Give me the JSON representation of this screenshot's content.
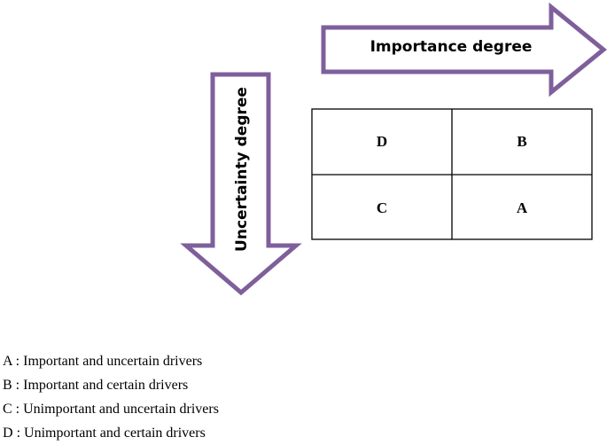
{
  "arrows": {
    "horizontal_label": "Importance degree",
    "vertical_label": "Uncertainty degree",
    "outline_color": "#7e5f9c"
  },
  "matrix": {
    "cells": [
      [
        "D",
        "B"
      ],
      [
        "C",
        "A"
      ]
    ]
  },
  "legend": [
    {
      "key": "A",
      "text": "Important and uncertain drivers"
    },
    {
      "key": "B",
      "text": "Important and certain drivers"
    },
    {
      "key": "C",
      "text": "Unimportant and uncertain drivers"
    },
    {
      "key": "D",
      "text": "Unimportant and certain drivers"
    }
  ]
}
